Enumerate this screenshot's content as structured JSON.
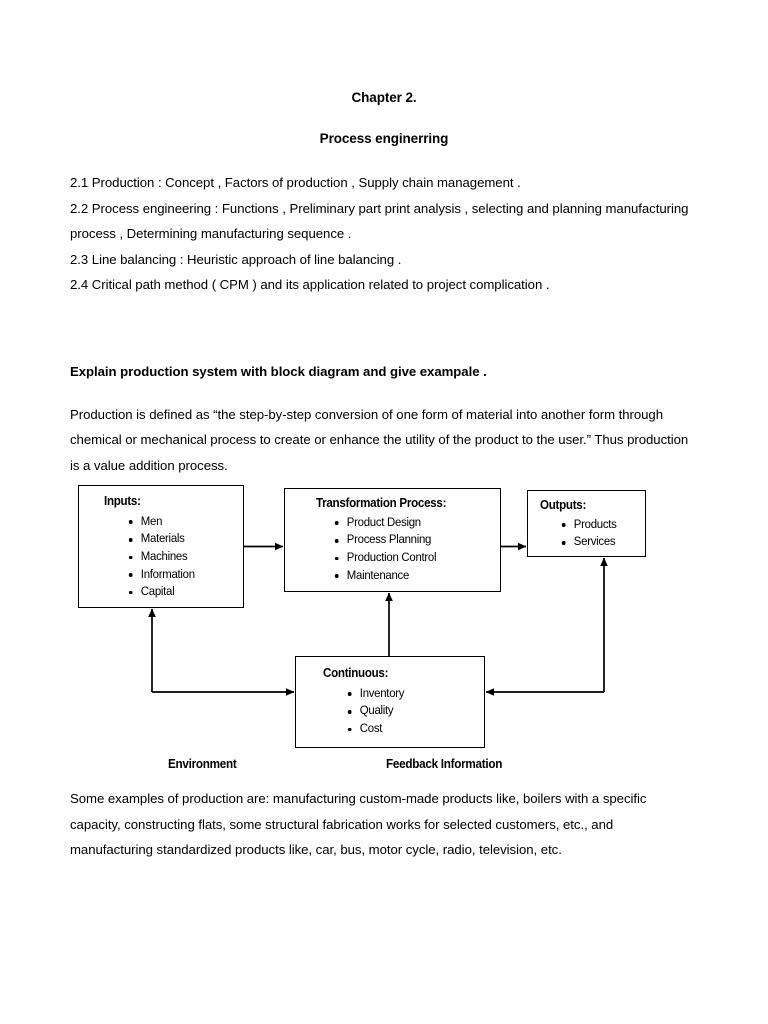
{
  "document": {
    "chapter_heading": "Chapter 2.",
    "subject_heading": "Process enginerring",
    "toc": [
      "2.1 Production : Concept , Factors of production , Supply chain management .",
      "2.2 Process engineering : Functions , Preliminary part print analysis , selecting and planning manufacturing process , Determining manufacturing sequence .",
      "2.3 Line balancing : Heuristic approach of line balancing .",
      "2.4 Critical path method ( CPM ) and its application related to project complication ."
    ],
    "question": "Explain production system with block diagram and give exampale .",
    "definition_paragraph": "Production is defined as “the step-by-step conversion of one form of material into another form through chemical or mechanical process to create or enhance the utility of the product to the user.” Thus production is a value addition process.",
    "examples_paragraph": "Some examples of production are: manufacturing custom-made products like, boilers with a specific capacity, constructing flats, some structural fabrication works for selected customers, etc., and manufacturing standardized products like, car, bus, motor cycle, radio, television, etc."
  },
  "diagram": {
    "boxes": {
      "inputs": {
        "title": "Inputs:",
        "items": [
          "Men",
          "Materials",
          "Machines",
          "Information",
          "Capital"
        ]
      },
      "transformation": {
        "title": "Transformation Process:",
        "items": [
          "Product Design",
          "Process Planning",
          "Production Control",
          "Maintenance"
        ]
      },
      "outputs": {
        "title": "Outputs:",
        "items": [
          "Products",
          "Services"
        ]
      },
      "continuous": {
        "title": "Continuous:",
        "items": [
          "Inventory",
          "Quality",
          "Cost"
        ]
      }
    },
    "labels": {
      "environment": "Environment",
      "feedback": "Feedback Information"
    },
    "line_color": "#000000"
  }
}
